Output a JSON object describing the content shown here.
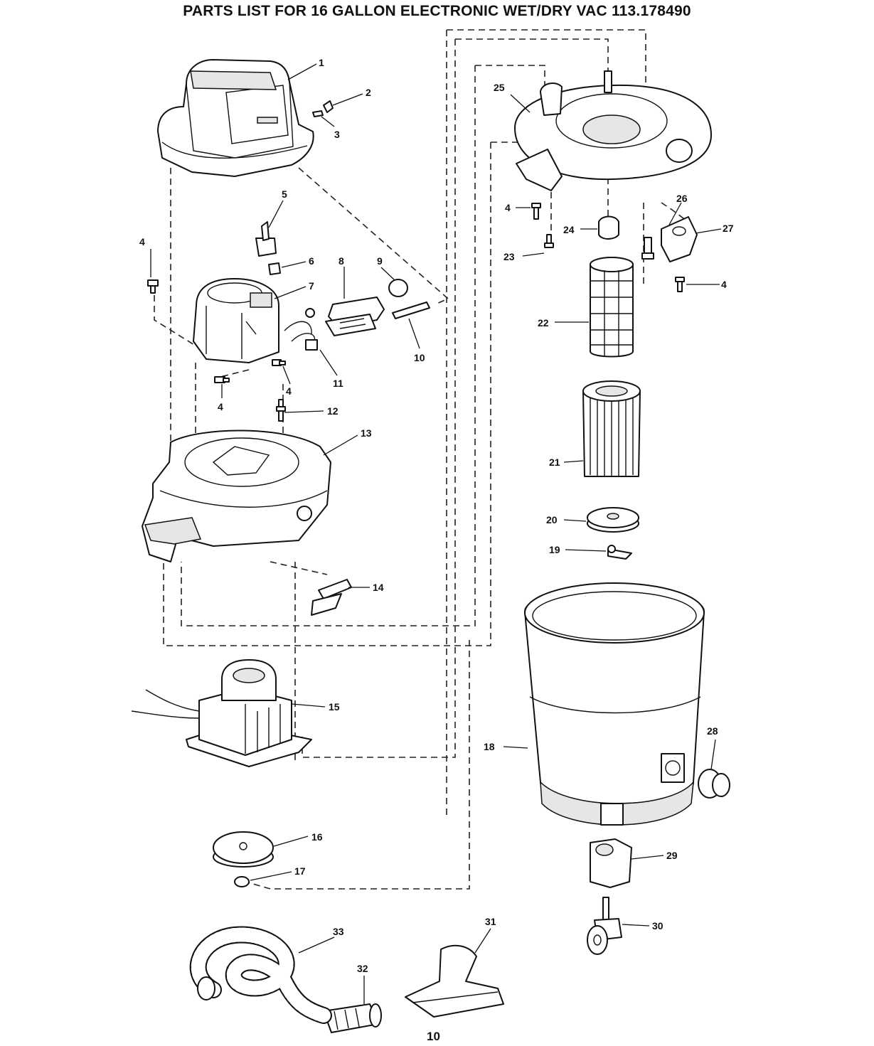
{
  "title": "PARTS LIST FOR 16 GALLON ELECTRONIC WET/DRY VAC 113.178490",
  "page_number": "10",
  "callouts": [
    {
      "id": "c1",
      "text": "1"
    },
    {
      "id": "c2",
      "text": "2"
    },
    {
      "id": "c3",
      "text": "3"
    },
    {
      "id": "c4a",
      "text": "4"
    },
    {
      "id": "c5",
      "text": "5"
    },
    {
      "id": "c6",
      "text": "6"
    },
    {
      "id": "c7",
      "text": "7"
    },
    {
      "id": "c8",
      "text": "8"
    },
    {
      "id": "c9",
      "text": "9"
    },
    {
      "id": "c10",
      "text": "10"
    },
    {
      "id": "c11",
      "text": "11"
    },
    {
      "id": "c4b",
      "text": "4"
    },
    {
      "id": "c4c",
      "text": "4"
    },
    {
      "id": "c12",
      "text": "12"
    },
    {
      "id": "c13",
      "text": "13"
    },
    {
      "id": "c14",
      "text": "14"
    },
    {
      "id": "c15",
      "text": "15"
    },
    {
      "id": "c16",
      "text": "16"
    },
    {
      "id": "c17",
      "text": "17"
    },
    {
      "id": "c25",
      "text": "25"
    },
    {
      "id": "c4d",
      "text": "4"
    },
    {
      "id": "c26",
      "text": "26"
    },
    {
      "id": "c27",
      "text": "27"
    },
    {
      "id": "c24",
      "text": "24"
    },
    {
      "id": "c23",
      "text": "23"
    },
    {
      "id": "c4e",
      "text": "4"
    },
    {
      "id": "c22",
      "text": "22"
    },
    {
      "id": "c21",
      "text": "21"
    },
    {
      "id": "c20",
      "text": "20"
    },
    {
      "id": "c19",
      "text": "19"
    },
    {
      "id": "c18",
      "text": "18"
    },
    {
      "id": "c28",
      "text": "28"
    },
    {
      "id": "c29",
      "text": "29"
    },
    {
      "id": "c30",
      "text": "30"
    },
    {
      "id": "c31",
      "text": "31"
    },
    {
      "id": "c32",
      "text": "32"
    },
    {
      "id": "c33",
      "text": "33"
    }
  ]
}
